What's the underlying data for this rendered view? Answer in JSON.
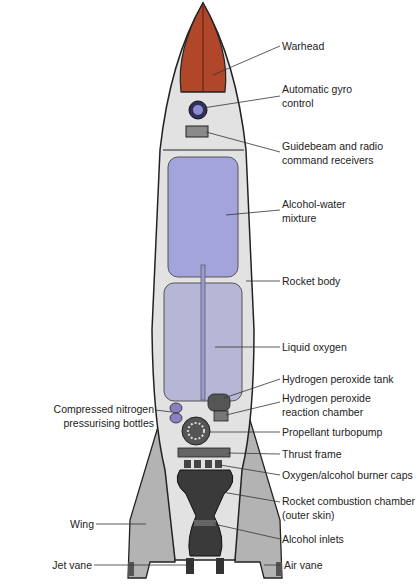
{
  "diagram": {
    "labels": [
      "Warhead",
      "Automatic gyro control",
      "Guidebeam and radio command receivers",
      "Alcohol-water mixture",
      "Rocket body",
      "Liquid oxygen",
      "Hydrogen peroxide tank",
      "Hydrogen peroxide reaction chamber",
      "Compressed nitrogen pressurising bottles",
      "Propellant turbopump",
      "Thrust frame",
      "Oxygen/alcohol burner caps",
      "Wing",
      "Rocket combustion chamber (outer skin)",
      "Alcohol inlets",
      "Jet vane",
      "Air vane"
    ]
  }
}
